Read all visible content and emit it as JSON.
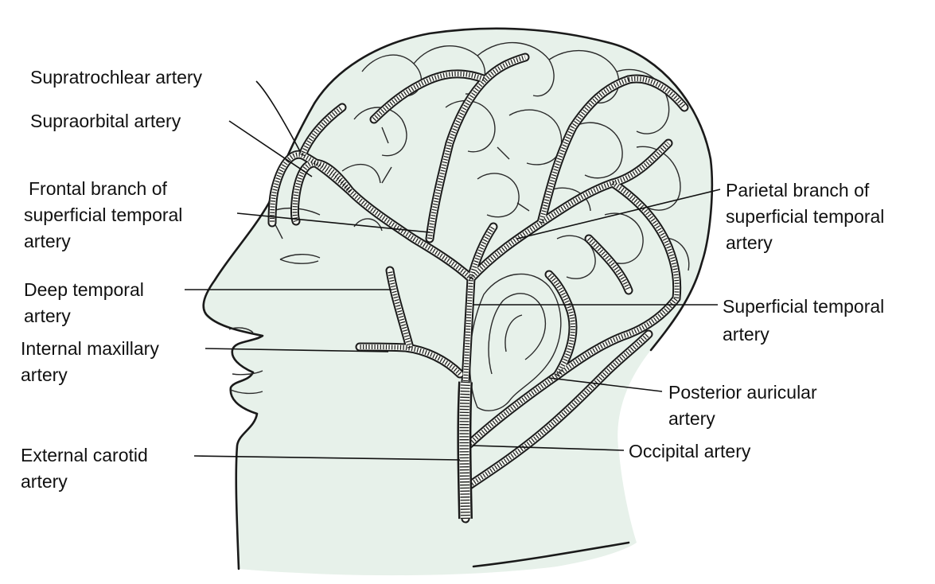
{
  "labels": {
    "supratrochlear": "Supratrochlear artery",
    "supraorbital": "Supraorbital artery",
    "frontal_1": "Frontal branch of",
    "frontal_2": "superficial temporal",
    "frontal_3": "artery",
    "deep_temporal_1": "Deep temporal",
    "deep_temporal_2": "artery",
    "internal_maxillary_1": "Internal maxillary",
    "internal_maxillary_2": "artery",
    "external_carotid_1": "External carotid",
    "external_carotid_2": "artery",
    "parietal_1": "Parietal branch of",
    "parietal_2": "superficial temporal",
    "parietal_3": "artery",
    "superficial_temporal_1": "Superficial temporal",
    "superficial_temporal_2": "artery",
    "posterior_auricular_1": "Posterior auricular",
    "posterior_auricular_2": "artery",
    "occipital": "Occipital artery"
  },
  "colors": {
    "head_fill": "#e7f1ea",
    "ink": "#111111",
    "background": "#ffffff"
  }
}
